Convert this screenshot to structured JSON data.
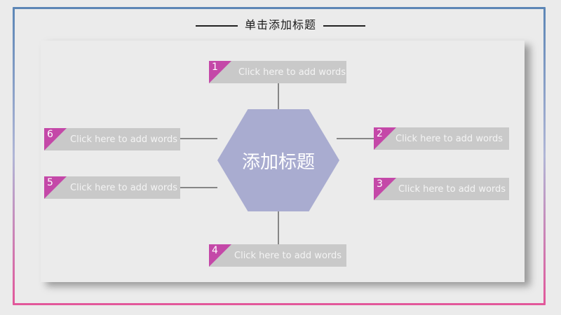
{
  "title": "单击添加标题",
  "center_label": "添加标题",
  "items": [
    {
      "number": "1",
      "text": "Click here to add words"
    },
    {
      "number": "2",
      "text": "Click here to add words"
    },
    {
      "number": "3",
      "text": "Click here to add words"
    },
    {
      "number": "4",
      "text": "Click here to add words"
    },
    {
      "number": "5",
      "text": "Click here to add words"
    },
    {
      "number": "6",
      "text": "Click here to add words"
    }
  ],
  "colors": {
    "hexagon": "#a9acd0",
    "marker": "#c448a8",
    "box": "#c9c9c9",
    "frame_top": "#5c86b6",
    "frame_bottom": "#e2579a"
  }
}
